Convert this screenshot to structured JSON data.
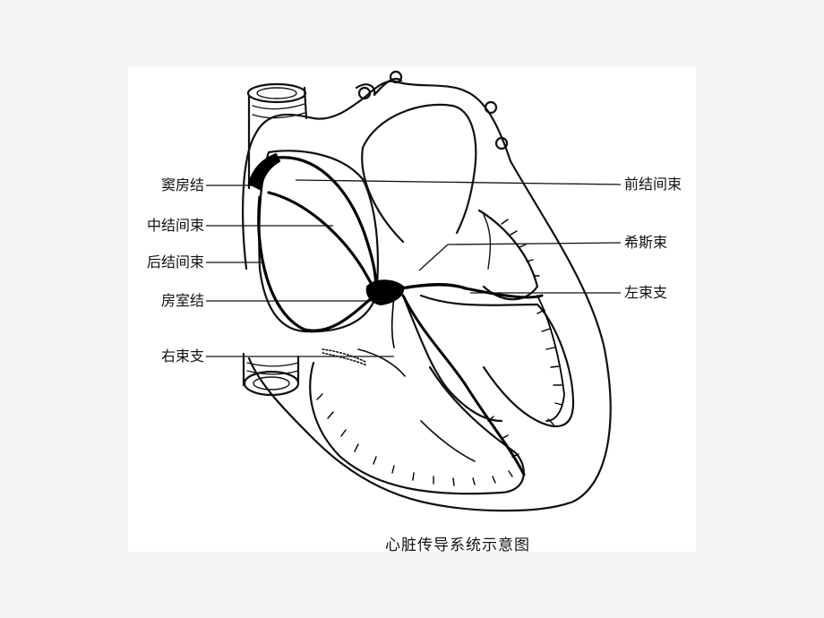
{
  "caption": "心脏传导系统示意图",
  "labels": {
    "sa_node": "窦房结",
    "middle_internodal": "中结间束",
    "posterior_internodal": "后结间束",
    "av_node": "房室结",
    "right_bundle_branch": "右束支",
    "anterior_internodal": "前结间束",
    "his_bundle": "希斯束",
    "left_bundle_branch": "左束支"
  },
  "colors": {
    "ink": "#111111",
    "paper": "#ffffff",
    "background": "#f4f4f4"
  }
}
